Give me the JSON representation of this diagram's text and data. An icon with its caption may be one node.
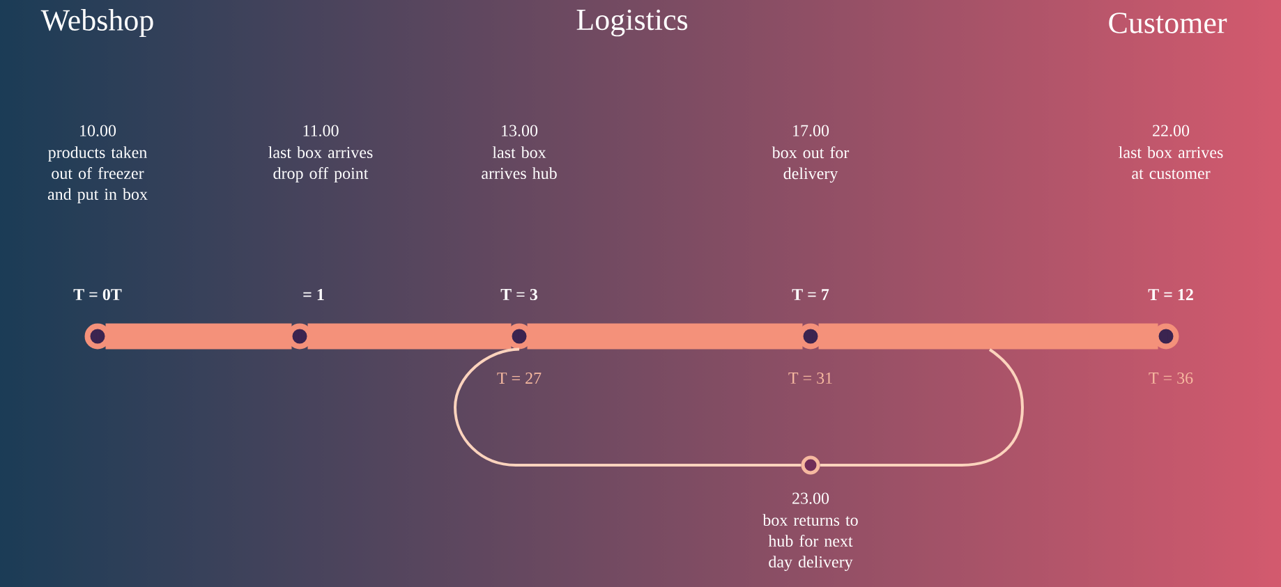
{
  "diagram": {
    "nodes": [
      {
        "text": [],
        "shape": "circle",
        "beside": [
          "T = 0T"
        ]
      },
      {
        "text": [],
        "shape": "circle",
        "beside": [
          "= 1"
        ]
      },
      {
        "text": [],
        "shape": "circle",
        "beside": [
          "T = 3",
          "T = 27"
        ]
      },
      {
        "text": [],
        "shape": "circle",
        "beside": [
          "T = 7",
          "T = 31"
        ]
      },
      {
        "text": [],
        "shape": "circle",
        "beside": [
          "T = 12",
          "T = 36"
        ]
      },
      {
        "text": [],
        "shape": "circle",
        "beside": [
          "23.00",
          "box returns to hub for next day delivery"
        ]
      }
    ],
    "edges": [
      {
        "from": 0,
        "to": 1,
        "arrow": "none"
      },
      {
        "from": 1,
        "to": 2,
        "arrow": "none"
      },
      {
        "from": 2,
        "to": 3,
        "arrow": "none"
      },
      {
        "from": 3,
        "to": 4,
        "arrow": "none"
      },
      {
        "from": null,
        "to": 5,
        "arrow": "none",
        "color": "#fbd3bd"
      },
      {
        "from": 5,
        "to": 2,
        "arrow": "none",
        "color": "#fbd3bd"
      }
    ],
    "labels": [
      "Webshop",
      "Logistics",
      "Customer",
      "10.00",
      "products taken out of freezer and put in box",
      "11.00",
      "last box arrives drop off point",
      "13.00",
      "last box arrives hub",
      "17.00",
      "box out for delivery",
      "22.00",
      "last box arrives at customer"
    ]
  }
}
